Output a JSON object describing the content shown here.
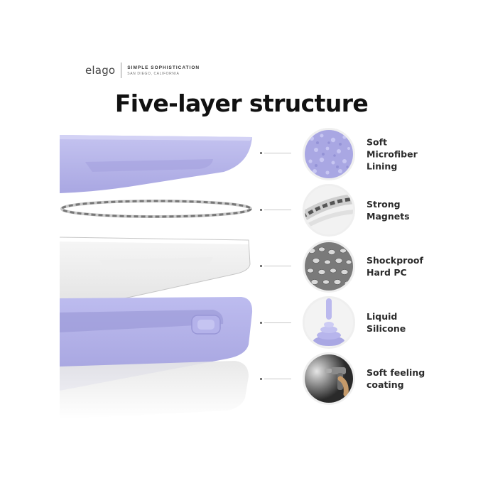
{
  "brand": {
    "logo": "elago",
    "tagline": "SIMPLE SOPHISTICATION",
    "location": "SAN DIEGO, CALIFORNIA"
  },
  "headline": "Five-layer structure",
  "colors": {
    "lavender": "#b9b8ec",
    "lavender_dark": "#a6a4e0",
    "label_text": "#2b2b2b"
  },
  "features": [
    {
      "label": "Soft\nMicrofiber\nLining",
      "icon": "microfiber-texture-icon"
    },
    {
      "label": "Strong\nMagnets",
      "icon": "magnet-ring-icon"
    },
    {
      "label": "Shockproof\nHard PC",
      "icon": "pc-pellets-icon"
    },
    {
      "label": "Liquid\nSilicone",
      "icon": "liquid-silicone-icon"
    },
    {
      "label": "Soft feeling\ncoating",
      "icon": "spray-gun-icon"
    }
  ]
}
